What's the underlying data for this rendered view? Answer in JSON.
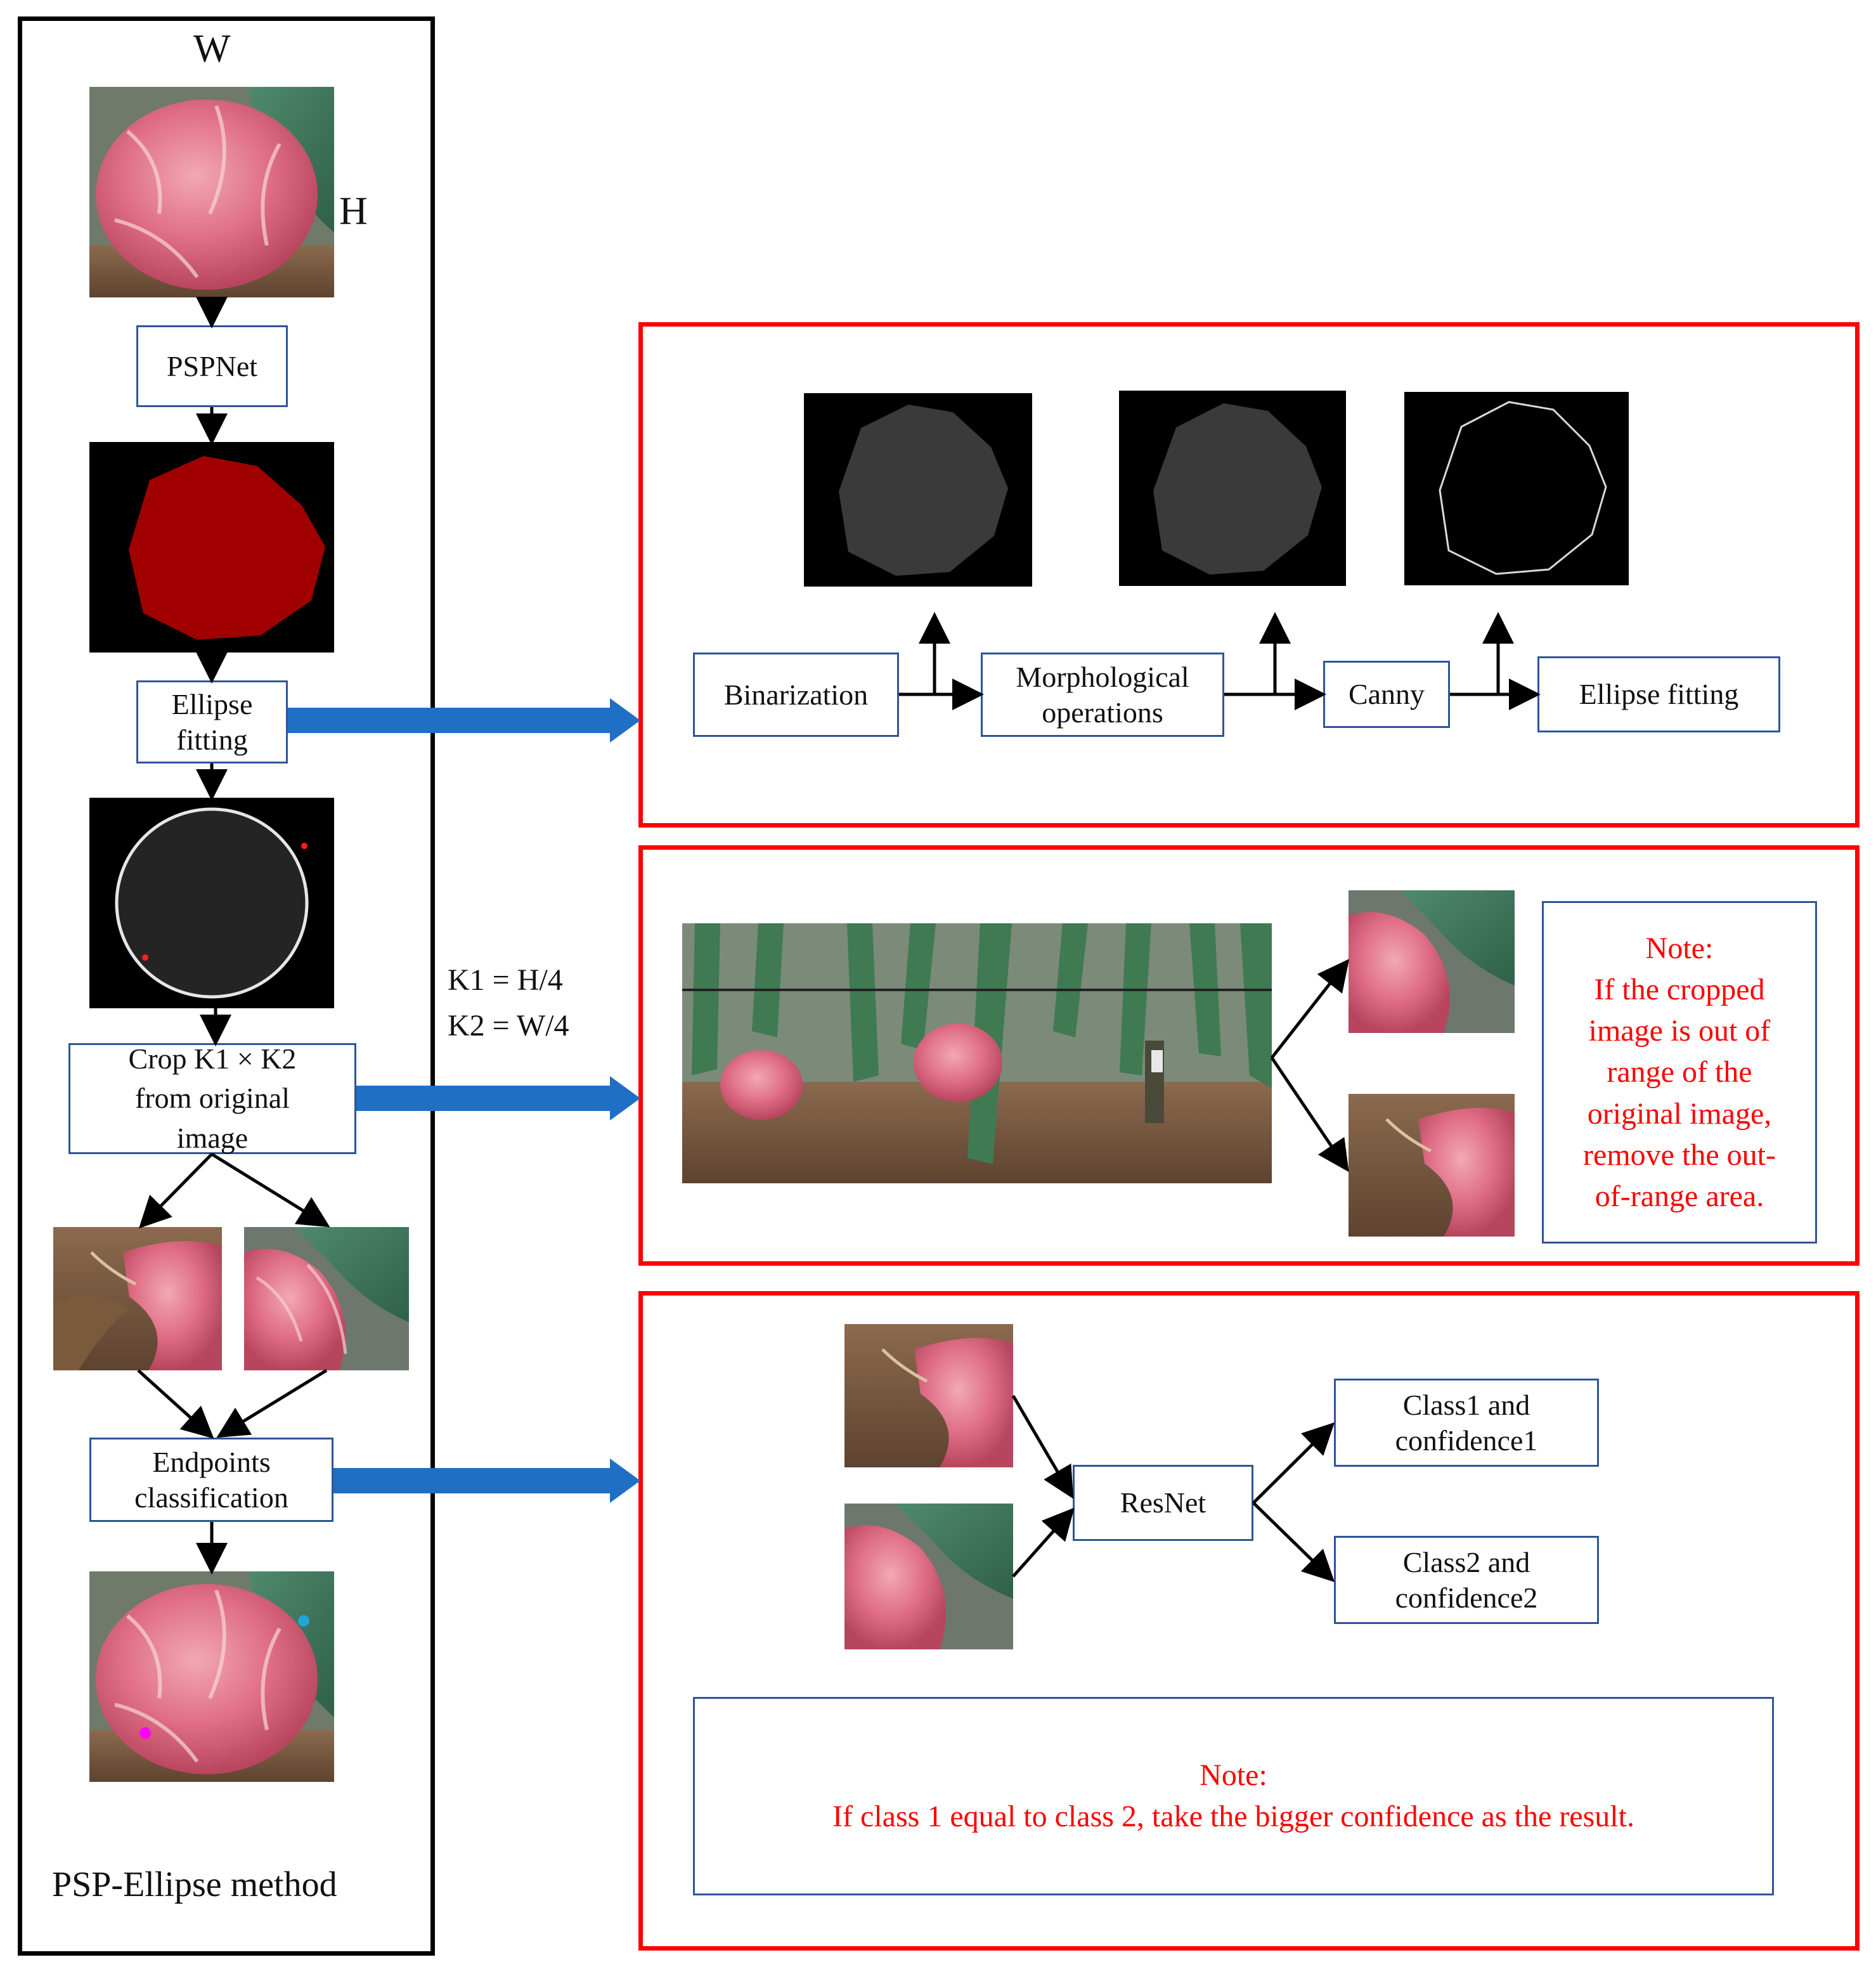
{
  "labels": {
    "w": "W",
    "h": "H",
    "method": "PSP-Ellipse method",
    "k1": "K1 = H/4",
    "k2": "K2 = W/4"
  },
  "left_steps": {
    "pspnet": "PSPNet",
    "ellipse_fitting": [
      "Ellipse",
      "fitting"
    ],
    "crop": [
      "Crop K1 × K2",
      "from original",
      "image"
    ],
    "endpoints": [
      "Endpoints",
      "classification"
    ]
  },
  "panel1": {
    "binarization": "Binarization",
    "morphological": [
      "Morphological",
      "operations"
    ],
    "canny": "Canny",
    "ellipse_fitting": "Ellipse fitting"
  },
  "panel2": {
    "note": [
      "Note:",
      "If the cropped",
      "image is out of",
      "range of the",
      "original image,",
      "remove the out-",
      "of-range area."
    ]
  },
  "panel3": {
    "resnet": "ResNet",
    "class1": [
      "Class1 and",
      "confidence1"
    ],
    "class2": [
      "Class2 and",
      "confidence2"
    ],
    "note": [
      "Note:",
      "If class 1 equal to class 2, take the bigger confidence as the result."
    ]
  },
  "colors": {
    "left_frame": "#000000",
    "right_frames": "#ff0000",
    "box_border": "#2f5597",
    "big_arrow": "#1f6fc5",
    "note_text": "#ff0000",
    "mask_fill": "#a00000"
  }
}
